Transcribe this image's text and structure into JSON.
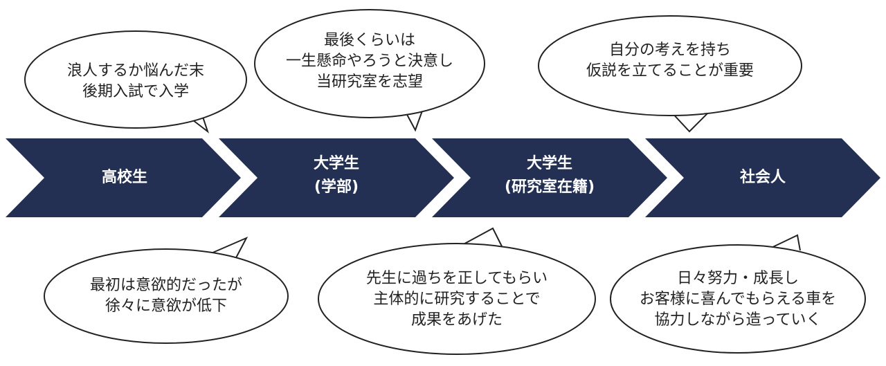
{
  "colors": {
    "chevron": "#243053",
    "bubble_stroke": "#222222",
    "bubble_fill": "#ffffff"
  },
  "stages": [
    {
      "lines": [
        "高校生"
      ]
    },
    {
      "lines": [
        "大学生",
        "(学部)"
      ]
    },
    {
      "lines": [
        "大学生",
        "(研究室在籍)"
      ]
    },
    {
      "lines": [
        "社会人"
      ]
    }
  ],
  "bubbles_top": [
    {
      "lines": [
        "浪人するか悩んだ末",
        "後期入試で入学"
      ]
    },
    {
      "lines": [
        "最後くらいは",
        "一生懸命やろうと決意し",
        "当研究室を志望"
      ]
    },
    {
      "lines": [
        "自分の考えを持ち",
        "仮説を立てることが重要"
      ]
    }
  ],
  "bubbles_bottom": [
    {
      "lines": [
        "最初は意欲的だったが",
        "徐々に意欲が低下"
      ]
    },
    {
      "lines": [
        "先生に過ちを正してもらい",
        "主体的に研究することで",
        "成果をあげた"
      ]
    },
    {
      "lines": [
        "日々努力・成長し",
        "お客様に喜んでもらえる車を",
        "協力しながら造っていく"
      ]
    }
  ]
}
